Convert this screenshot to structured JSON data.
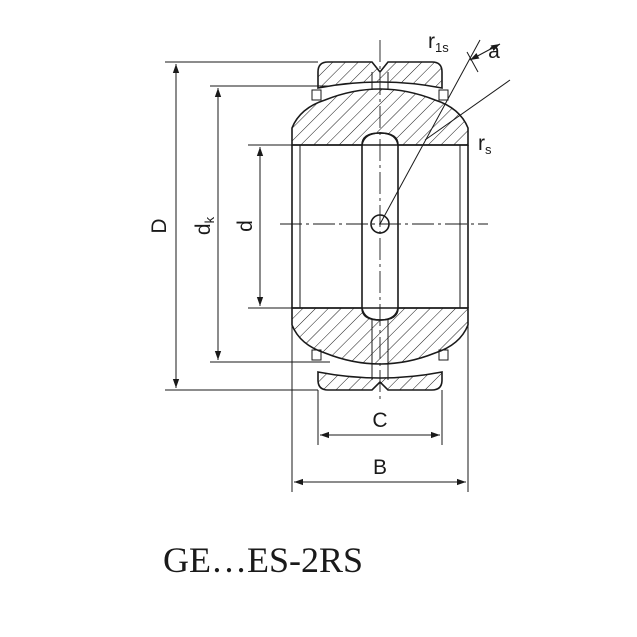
{
  "title": "GE…ES-2RS",
  "labels": {
    "D": "D",
    "dk_main": "d",
    "dk_sub": "k",
    "d": "d",
    "C": "C",
    "B": "B",
    "a": "a",
    "r1s_main": "r",
    "r1s_sub": "1s",
    "rs_main": "r",
    "rs_sub": "s"
  },
  "colors": {
    "line": "#1a1a1a",
    "background": "#ffffff"
  }
}
